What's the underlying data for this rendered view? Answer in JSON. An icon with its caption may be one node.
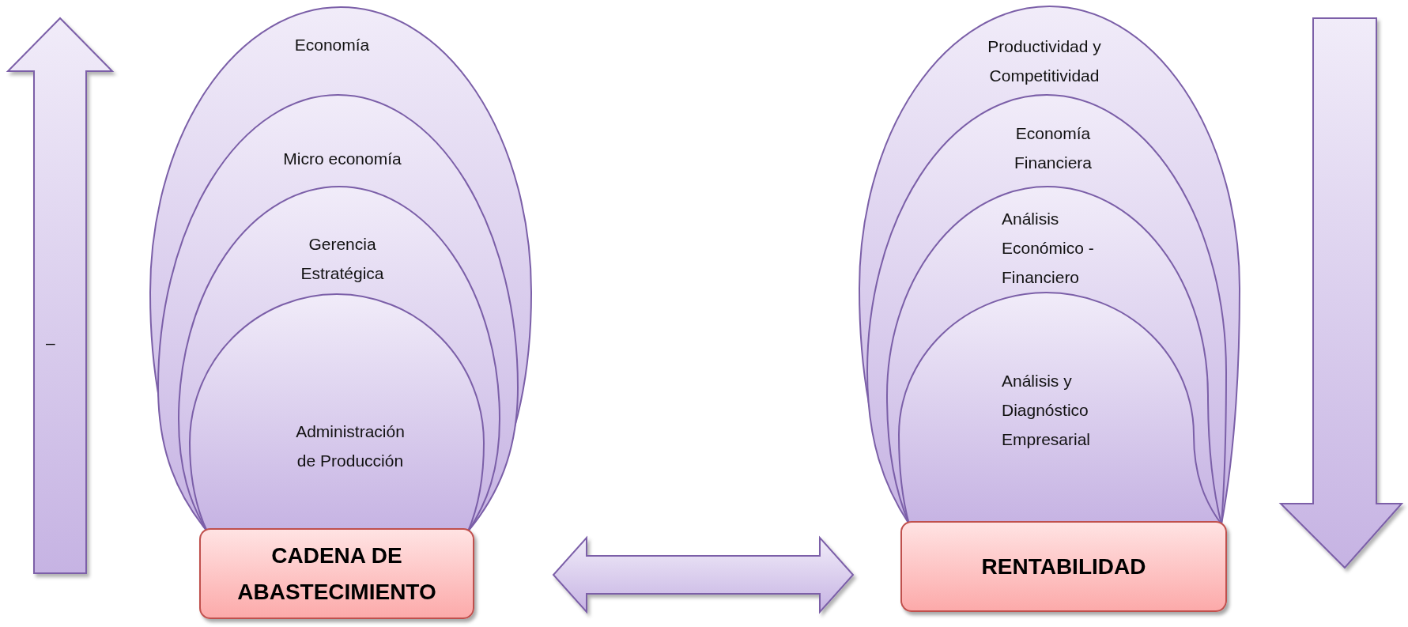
{
  "diagram": {
    "nodes": [
      {
        "text": [
          "Economía"
        ]
      },
      {
        "text": [
          "Micro economía"
        ],
        "in": 0
      },
      {
        "text": [
          "Gerencia Estratégica"
        ],
        "in": 1
      },
      {
        "text": [
          "Administración de Producción"
        ],
        "in": 2
      },
      {
        "text": [
          "CADENA DE ABASTECIMIENTO"
        ]
      },
      {
        "text": [
          "Productividad y Competitividad"
        ]
      },
      {
        "text": [
          "Economía Financiera"
        ],
        "in": 5
      },
      {
        "text": [
          "Análisis Económico - Financiero"
        ],
        "in": 6
      },
      {
        "text": [
          "Análisis y Diagnóstico Empresarial"
        ],
        "in": 7
      },
      {
        "text": [
          "RENTABILIDAD"
        ]
      }
    ],
    "edges": [
      {
        "from": 4,
        "to": 9,
        "arrow": "both"
      }
    ],
    "labels": [
      "–"
    ]
  }
}
